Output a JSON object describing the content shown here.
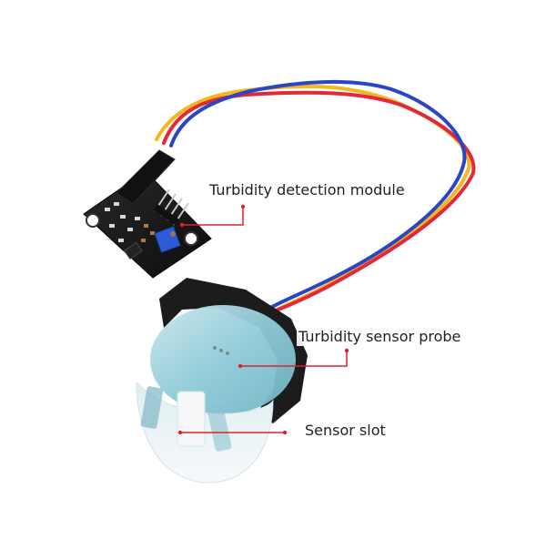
{
  "image": {
    "background": "#ffffff",
    "subject": "Turbidity sensor kit with detection module board, 3-wire cable and sensor probe"
  },
  "labels": [
    {
      "id": "module",
      "text": "Turbidity detection module"
    },
    {
      "id": "probe",
      "text": "Turbidity sensor probe"
    },
    {
      "id": "slot",
      "text": "Sensor slot"
    }
  ],
  "colors": {
    "callout_line": "#e0202a",
    "wire_yellow": "#f2b81e",
    "wire_red": "#e3283a",
    "wire_blue": "#2a46c4",
    "pcb": "#141414",
    "potentiometer": "#2d5bd6",
    "probe_tint": "#9fd3df",
    "probe_clear": "#eef3f5",
    "probe_housing": "#1c1c1c"
  }
}
